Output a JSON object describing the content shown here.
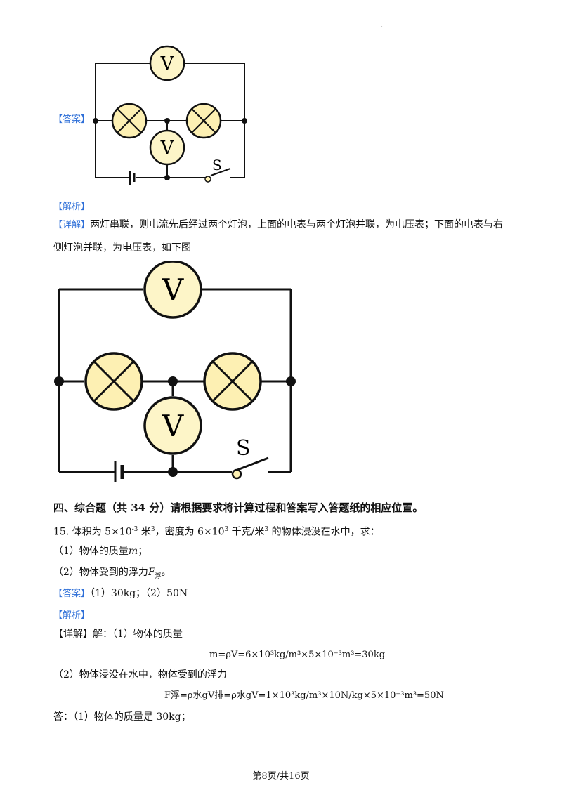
{
  "page_dot": ".",
  "answer_tag": "【答案】",
  "analysis_tag": "【解析】",
  "detail_tag": "【详解】",
  "detail_line1": "两灯串联，则电流先后经过两个灯泡，上面的电表与两个灯泡并联，为电压表；下面的电表与右",
  "detail_line2": "侧灯泡并联，为电压表，如下图",
  "circuit": {
    "meter_symbol": "V",
    "switch_label": "S",
    "wire_color": "#111111",
    "meter_fill": "#fdf5c8",
    "lamp_fill": "#fdf0b3"
  },
  "section_heading": "四、综合题（共 34 分）请根据要求将计算过程和答案写入答题纸的相应位置。",
  "q15": {
    "number": "15.",
    "stem_a": "体积为 5×10",
    "stem_exp1": "-3",
    "stem_b": " 米",
    "stem_exp2": "3",
    "stem_c": "，密度为 6×10",
    "stem_exp3": "3",
    "stem_d": " 千克/米",
    "stem_exp4": "3",
    "stem_e": " 的物体浸没在水中，求：",
    "sub1": "（1）物体的质量",
    "sub1_var": "m",
    "sub1_end": "；",
    "sub2": "（2）物体受到的浮力",
    "sub2_var": "F",
    "sub2_subscript": "浮",
    "sub2_end": "。",
    "answer_text": "（1）30kg；（2）50N",
    "detail_intro": "解：（1）物体的质量",
    "eq1": "m=ρV=6×10³kg/m³×5×10⁻³m³=30kg",
    "part2": "（2）物体浸没在水中，物体受到的浮力",
    "eq2": "F浮=ρ水gV排=ρ水gV=1×10³kg/m³×10N/kg×5×10⁻³m³=50N",
    "conclusion": "答：（1）物体的质量是 30kg；"
  },
  "footer": "第8页/共16页"
}
